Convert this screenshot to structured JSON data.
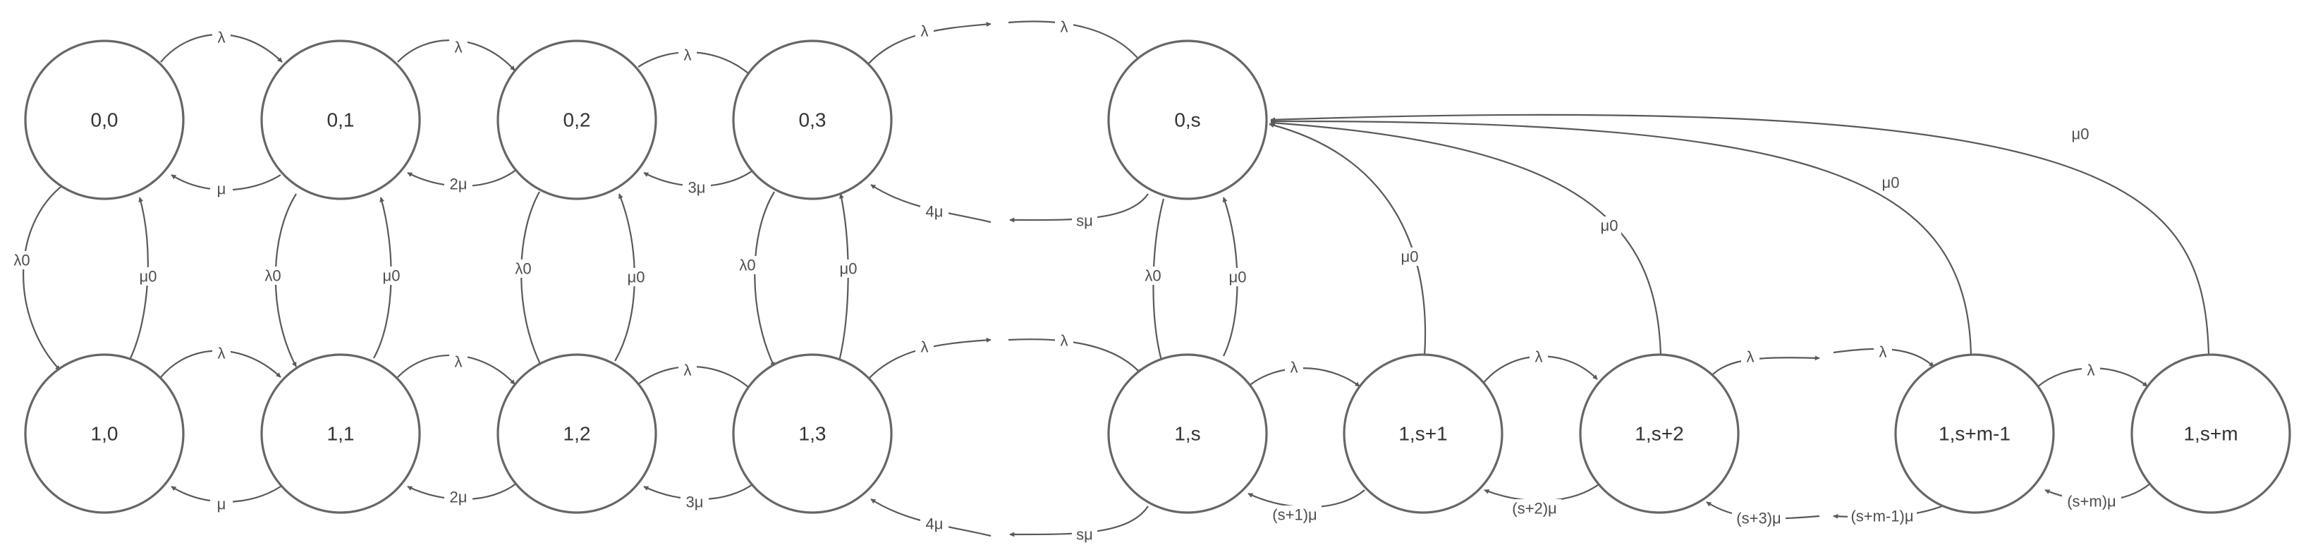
{
  "states": {
    "s00": "0,0",
    "s01": "0,1",
    "s02": "0,2",
    "s03": "0,3",
    "s0s": "0,s",
    "s10": "1,0",
    "s11": "1,1",
    "s12": "1,2",
    "s13": "1,3",
    "s1s": "1,s",
    "s1s1": "1,s+1",
    "s1s2": "1,s+2",
    "s1sm1": "1,s+m-1",
    "s1sm": "1,s+m"
  },
  "rates": {
    "arrival": "λ",
    "r_mu": "μ",
    "r_2mu": "2μ",
    "r_3mu": "3μ",
    "r_4mu": "4μ",
    "r_smu": "sμ",
    "r_s1mu": "(s+1)μ",
    "r_s2mu": "(s+2)μ",
    "r_s3mu": "(s+3)μ",
    "r_sm1mu": "(s+m-1)μ",
    "r_smmu": "(s+m)μ",
    "down": "λ0",
    "up": "μ0"
  },
  "colors": {
    "node_stroke": "#666666",
    "edge": "#595959",
    "text": "#333333"
  }
}
